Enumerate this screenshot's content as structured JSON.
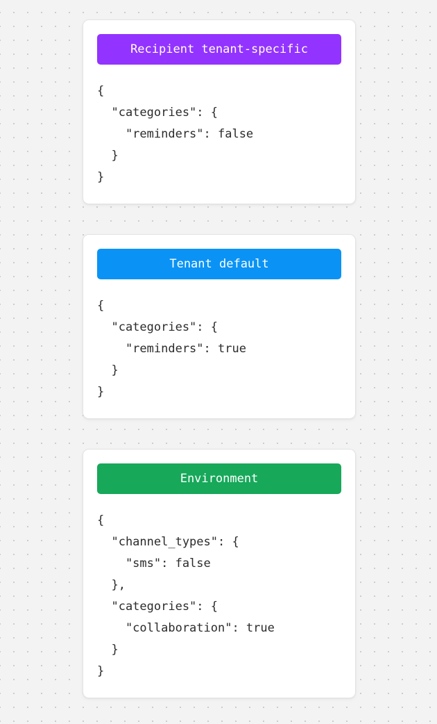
{
  "canvas": {
    "background_color": "#f3f3f3",
    "dot_color": "#cccccc"
  },
  "cards": [
    {
      "id": "recipient-tenant-specific",
      "header_label": "Recipient tenant-specific",
      "header_color": "#9333ff",
      "code": "{\n  \"categories\": {\n    \"reminders\": false\n  }\n}"
    },
    {
      "id": "tenant-default",
      "header_label": "Tenant default",
      "header_color": "#0a93f5",
      "code": "{\n  \"categories\": {\n    \"reminders\": true\n  }\n}"
    },
    {
      "id": "environment",
      "header_label": "Environment",
      "header_color": "#17a85a",
      "code": "{\n  \"channel_types\": {\n    \"sms\": false\n  },\n  \"categories\": {\n    \"collaboration\": true\n  }\n}"
    }
  ]
}
